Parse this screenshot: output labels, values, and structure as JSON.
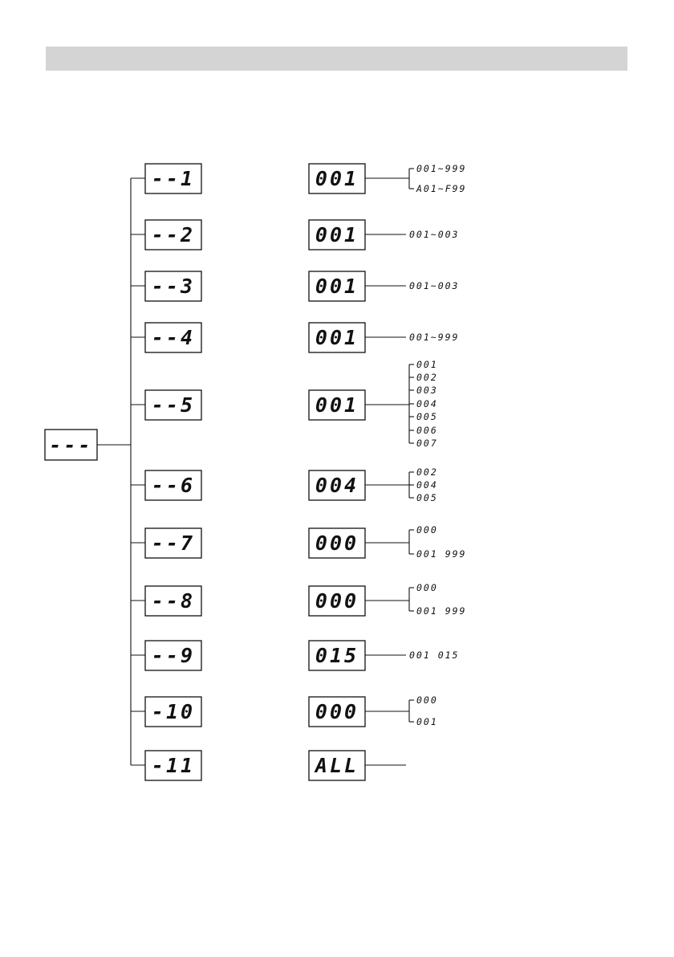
{
  "header": {
    "fill_color": "#d4d4d4"
  },
  "root": {
    "label": "---"
  },
  "menus": [
    {
      "code": "--1",
      "value": "001",
      "options": [
        "001~999",
        "A01~F99"
      ]
    },
    {
      "code": "--2",
      "value": "001",
      "options": [
        "001~003"
      ]
    },
    {
      "code": "--3",
      "value": "001",
      "options": [
        "001~003"
      ]
    },
    {
      "code": "--4",
      "value": "001",
      "options": [
        "001~999"
      ]
    },
    {
      "code": "--5",
      "value": "001",
      "options": [
        "001",
        "002",
        "003",
        "004",
        "005",
        "006",
        "007"
      ]
    },
    {
      "code": "--6",
      "value": "004",
      "options": [
        "002",
        "004",
        "005"
      ]
    },
    {
      "code": "--7",
      "value": "000",
      "options": [
        "000",
        "001    999"
      ]
    },
    {
      "code": "--8",
      "value": "000",
      "options": [
        "000",
        "001    999"
      ]
    },
    {
      "code": "--9",
      "value": "015",
      "options": [
        "001    015"
      ]
    },
    {
      "code": "-10",
      "value": "000",
      "options": [
        "000",
        "001"
      ]
    },
    {
      "code": "-11",
      "value": "ALL",
      "options": []
    }
  ]
}
